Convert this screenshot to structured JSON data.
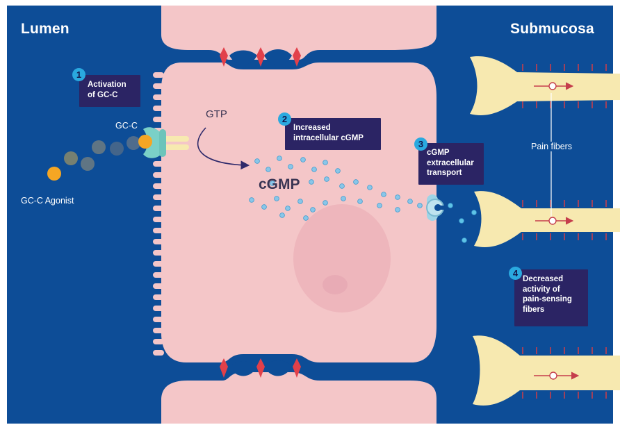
{
  "regions": {
    "lumen": "Lumen",
    "submucosa": "Submucosa"
  },
  "labels": {
    "gcc": "GC-C",
    "gcc_agonist": "GC-C Agonist",
    "gtp": "GTP",
    "cgmp": "cGMP",
    "pain_fibers": "Pain fibers"
  },
  "steps": [
    {
      "number": "1",
      "lines": [
        "Activation",
        "of GC-C"
      ]
    },
    {
      "number": "2",
      "lines": [
        "Increased",
        "intracellular cGMP"
      ]
    },
    {
      "number": "3",
      "lines": [
        "cGMP",
        "extracellular",
        "transport"
      ]
    },
    {
      "number": "4",
      "lines": [
        "Decreased",
        "activity of",
        "pain-sensing",
        "fibers"
      ]
    }
  ],
  "colors": {
    "background": "#0d4d97",
    "cell": "#f4c6c8",
    "nucleus": "#eeb6bc",
    "junction": "#e2404a",
    "box": "#2b2464",
    "step_circle": "#2aa9df",
    "receptor": "#7ad0c7",
    "agonist": "#f5a623",
    "nerve": "#f7e9b0",
    "molecule": "#49b8e2",
    "arrow": "#2f2a6b",
    "spike": "#c53e4c"
  }
}
